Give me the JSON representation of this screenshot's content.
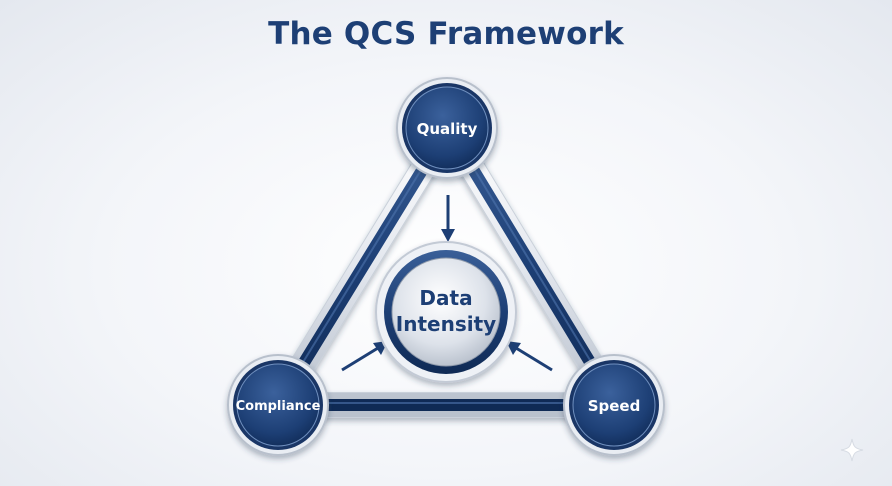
{
  "title": "The QCS Framework",
  "nodes": {
    "top": {
      "label": "Quality",
      "icon": "quality-node"
    },
    "left": {
      "label": "Compliance",
      "icon": "compliance-node"
    },
    "right": {
      "label": "Speed",
      "icon": "speed-node"
    },
    "center": {
      "line1": "Data",
      "line2": "Intensity"
    }
  },
  "colors": {
    "navy": "#1d3f75",
    "navy_dark": "#0f2a55",
    "silver": "#dfe4ec",
    "title": "#1d3f75"
  },
  "decorations": {
    "sparkle": "sparkle-icon"
  }
}
